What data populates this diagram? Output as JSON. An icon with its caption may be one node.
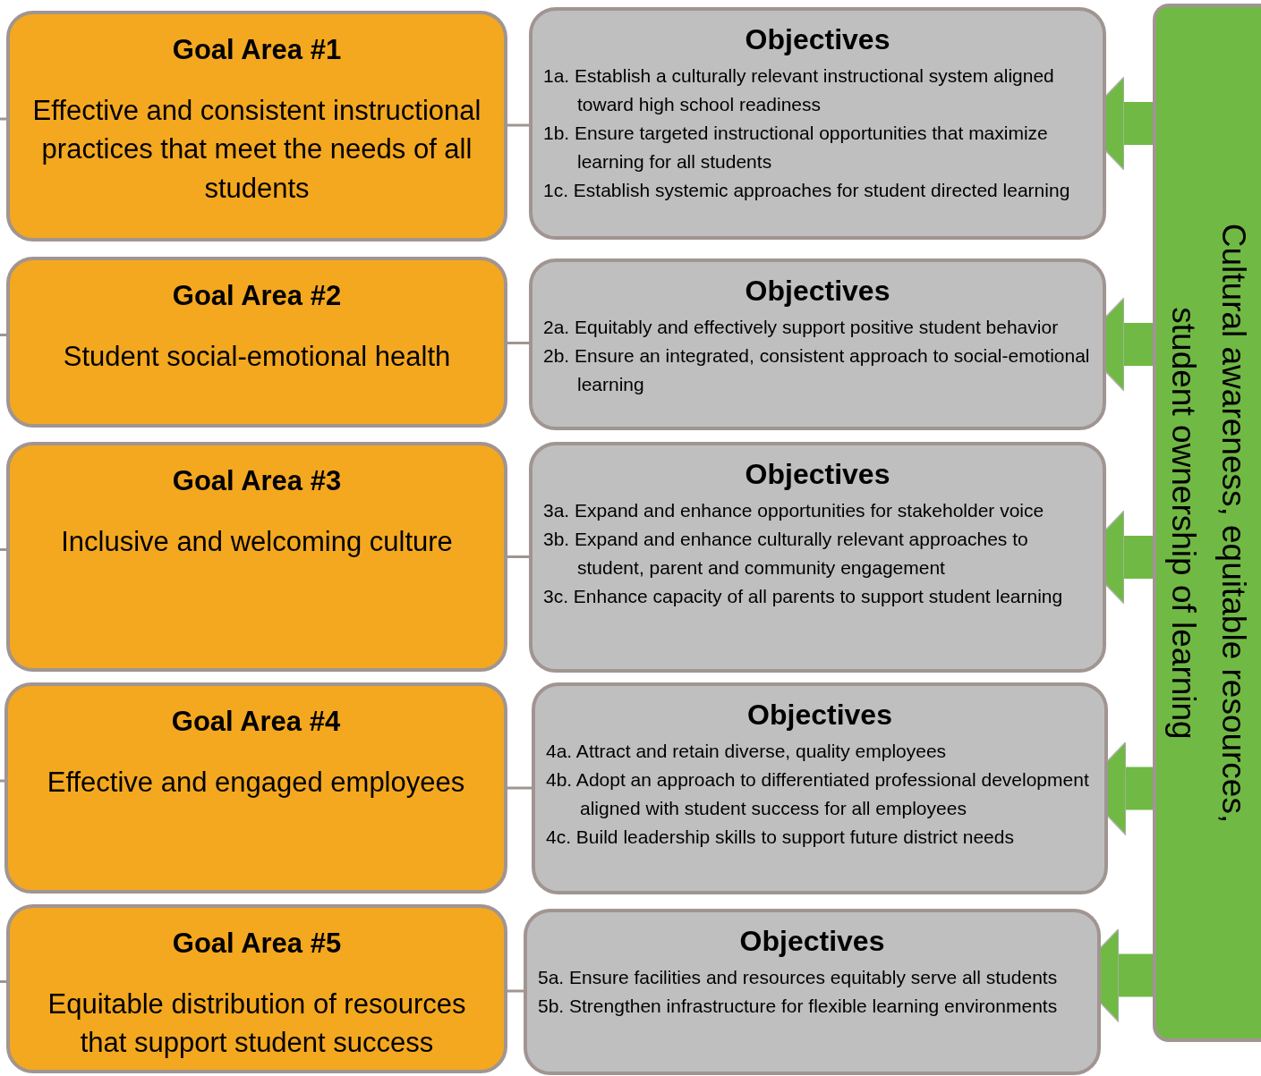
{
  "diagram": {
    "nodes": [
      {
        "text": [
          "Goal Area #1",
          "Effective and consistent instructional practices that meet the needs of all students"
        ]
      },
      {
        "text": [
          "Goal Area #2",
          "Student social-emotional health"
        ]
      },
      {
        "text": [
          "Goal Area #3",
          "Inclusive and welcoming culture"
        ]
      },
      {
        "text": [
          "Goal Area #4",
          "Effective and engaged employees"
        ]
      },
      {
        "text": [
          "Goal Area #5",
          "Equitable distribution of resources that support student success"
        ]
      },
      {
        "text": [
          "Objectives",
          "1a. Establish a culturally relevant instructional system aligned toward high school readiness",
          "1b. Ensure targeted instructional opportunities that maximize learning for all students",
          "1c. Establish systemic approaches for student directed learning"
        ]
      },
      {
        "text": [
          "Objectives",
          "2a. Equitably and effectively support positive student behavior",
          "2b. Ensure an integrated, consistent approach to social-emotional learning"
        ]
      },
      {
        "text": [
          "Objectives",
          "3a. Expand and enhance opportunities for stakeholder voice",
          "3b. Expand and enhance culturally relevant approaches to student, parent and community engagement",
          "3c. Enhance capacity of all parents to support student learning"
        ]
      },
      {
        "text": [
          "Objectives",
          "4a. Attract and retain diverse, quality employees",
          "4b. Adopt an approach to differentiated professional development aligned with student success for all employees",
          "4c. Build leadership skills to support future district needs"
        ]
      },
      {
        "text": [
          "Objectives",
          "5a. Ensure facilities and resources equitably serve all students",
          "5b. Strengthen infrastructure for flexible learning environments"
        ]
      },
      {
        "text": [
          "Cultural awareness, equitable resources, student ownership of learning"
        ]
      }
    ],
    "edges": [
      {
        "from": null,
        "to": 0,
        "arrow": "none"
      },
      {
        "from": null,
        "to": 1,
        "arrow": "none"
      },
      {
        "from": null,
        "to": 2,
        "arrow": "none"
      },
      {
        "from": null,
        "to": 3,
        "arrow": "none"
      },
      {
        "from": null,
        "to": 4,
        "arrow": "none"
      },
      {
        "from": 0,
        "to": 5,
        "arrow": "none"
      },
      {
        "from": 1,
        "to": 6,
        "arrow": "none"
      },
      {
        "from": 2,
        "to": 7,
        "arrow": "none"
      },
      {
        "from": 3,
        "to": 8,
        "arrow": "none"
      },
      {
        "from": 4,
        "to": 9,
        "arrow": "none"
      },
      {
        "from": 10,
        "to": 5,
        "arrow": "to",
        "style": "thick",
        "color": "#70b944"
      },
      {
        "from": 10,
        "to": 6,
        "arrow": "to",
        "style": "thick",
        "color": "#70b944"
      },
      {
        "from": 10,
        "to": 7,
        "arrow": "to",
        "style": "thick",
        "color": "#70b944"
      },
      {
        "from": 10,
        "to": 8,
        "arrow": "to",
        "style": "thick",
        "color": "#70b944"
      },
      {
        "from": 10,
        "to": 9,
        "arrow": "to",
        "style": "thick",
        "color": "#70b944"
      }
    ]
  }
}
